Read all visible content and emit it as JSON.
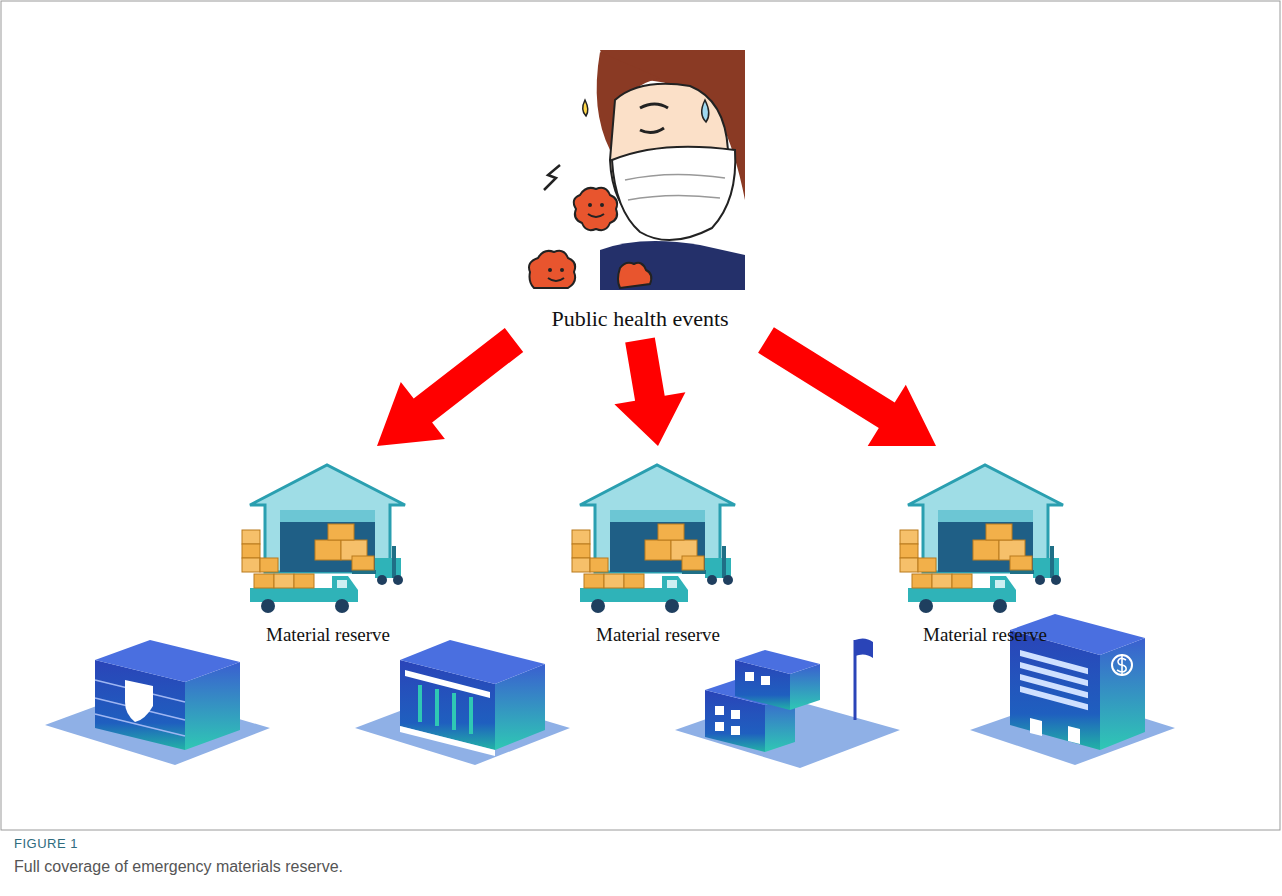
{
  "diagram": {
    "caption": "Full coverage of emergency materials reserve.",
    "nodes": [
      {
        "text": [
          "Public health events"
        ]
      },
      {
        "text": [
          "Material reserve"
        ]
      },
      {
        "text": [
          "Material reserve"
        ]
      },
      {
        "text": [
          "Material reserve"
        ]
      }
    ],
    "edges": [
      {
        "from": 0,
        "to": 1,
        "arrow": "to"
      },
      {
        "from": 0,
        "to": 2,
        "arrow": "to"
      },
      {
        "from": 0,
        "to": 3,
        "arrow": "to"
      }
    ],
    "labels": [
      "FIGURE 1"
    ]
  }
}
